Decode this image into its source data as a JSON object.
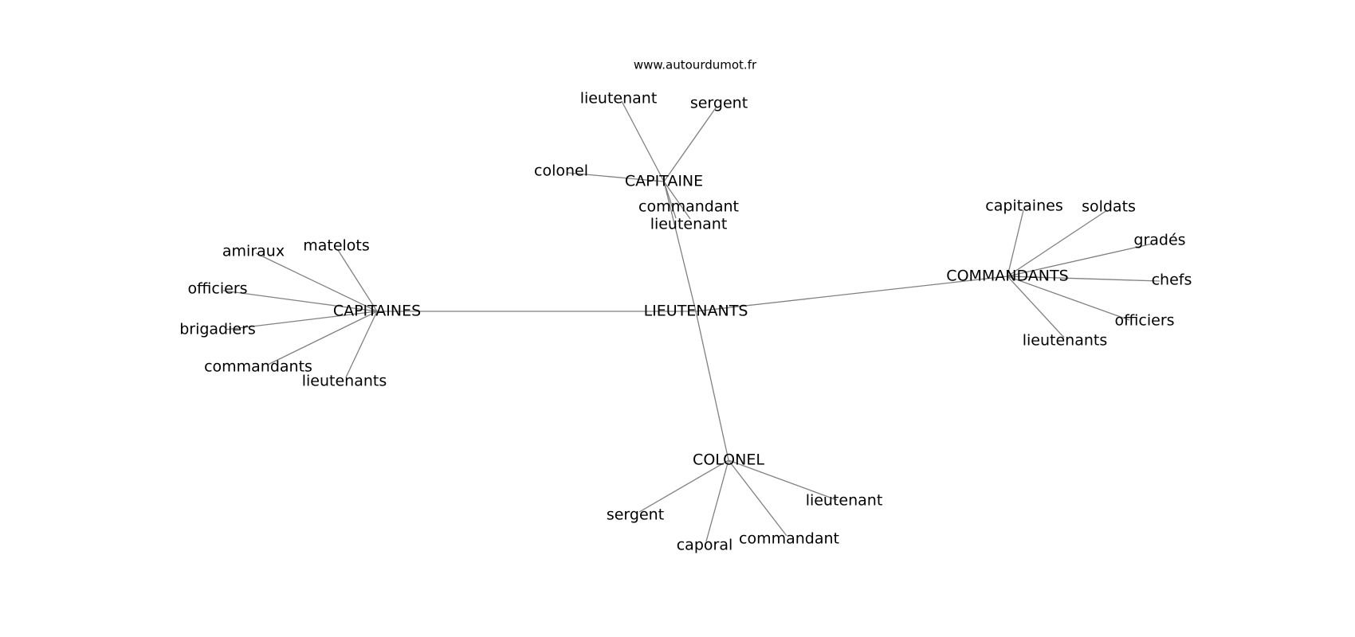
{
  "credit": "www.autourdumot.fr",
  "colors": {
    "edge": "#808080",
    "text": "#000000",
    "background": "#ffffff"
  },
  "diagram": {
    "type": "word-network",
    "center": "LIEUTENANTS",
    "hubs": [
      {
        "label": "CAPITAINE",
        "words": [
          "lieutenant",
          "sergent",
          "colonel",
          "commandant",
          "lieutenant"
        ]
      },
      {
        "label": "CAPITAINES",
        "words": [
          "amiraux",
          "matelots",
          "officiers",
          "brigadiers",
          "commandants",
          "lieutenants"
        ]
      },
      {
        "label": "COMMANDANTS",
        "words": [
          "capitaines",
          "soldats",
          "gradés",
          "chefs",
          "officiers",
          "lieutenants"
        ]
      },
      {
        "label": "COLONEL",
        "words": [
          "sergent",
          "caporal",
          "commandant",
          "lieutenant"
        ]
      }
    ]
  }
}
